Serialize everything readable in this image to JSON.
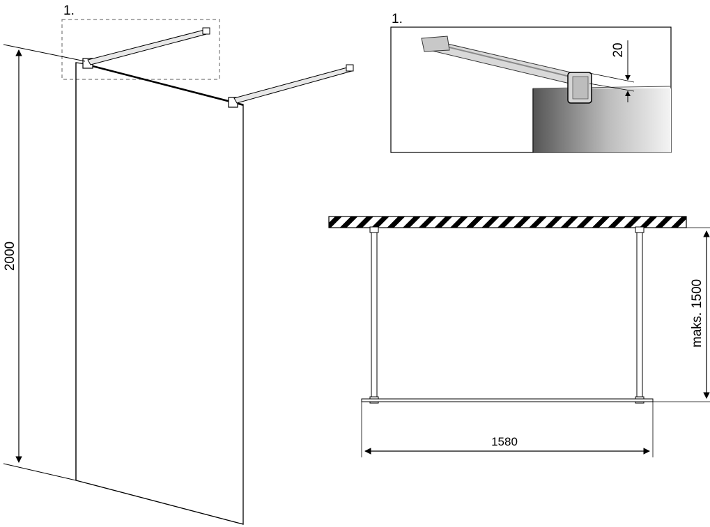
{
  "labels": {
    "callout_main": "1.",
    "callout_detail": "1.",
    "height_dimension": "2000",
    "offset_dimension": "20",
    "max_depth_dimension": "maks. 1500",
    "width_dimension": "1580"
  },
  "colors": {
    "line": "#000000",
    "bar_fill": "#cfcfcf",
    "panel_dark": "#555555",
    "panel_light": "#f4f4f4",
    "dashed_box": "#7a7a7a"
  }
}
